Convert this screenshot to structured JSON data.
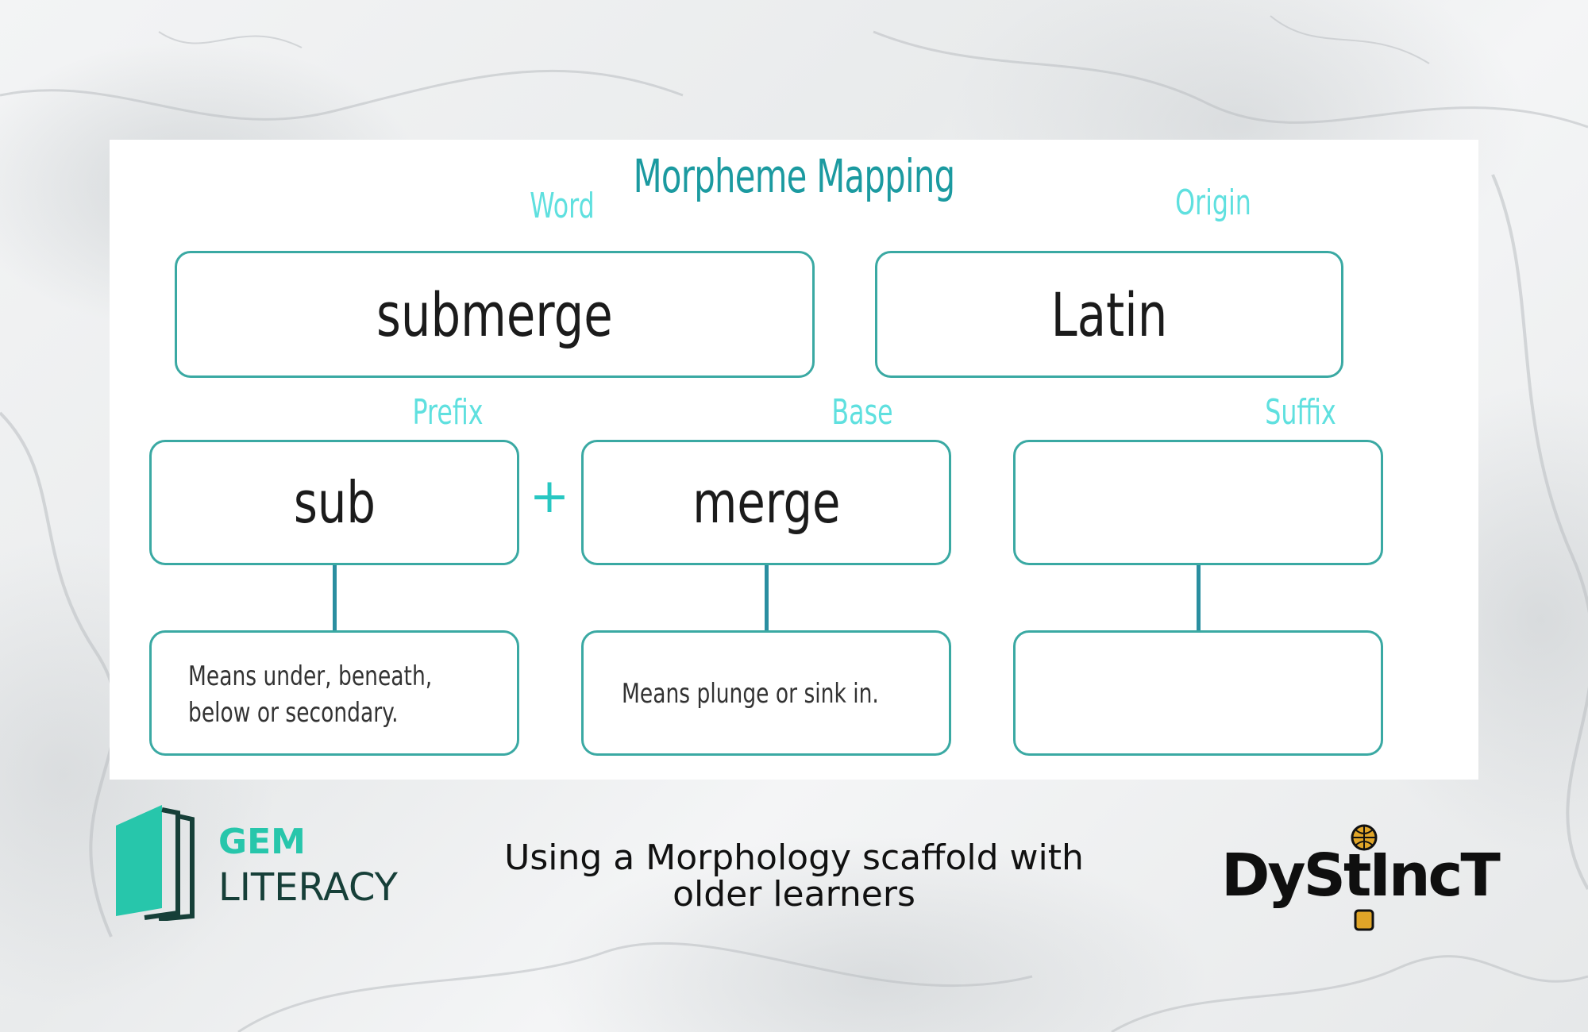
{
  "diagram": {
    "title": "Morpheme Mapping",
    "labels": {
      "word": "Word",
      "origin": "Origin",
      "prefix": "Prefix",
      "base": "Base",
      "suffix": "Suffix"
    },
    "word_value": "submerge",
    "origin_value": "Latin",
    "prefix_value": "sub",
    "plus": "+",
    "base_value": "merge",
    "suffix_value": "",
    "prefix_meaning_line1": "Means under, beneath,",
    "prefix_meaning_line2": "below or secondary.",
    "base_meaning": "Means plunge or sink in.",
    "suffix_meaning": ""
  },
  "footer": {
    "brand_left_line1": "GEM",
    "brand_left_line2": "LITERACY",
    "caption_line1": "Using a Morphology scaffold with",
    "caption_line2": "older learners",
    "brand_right": "DyStIncT"
  },
  "colors": {
    "title_teal": "#1b9aa0",
    "label_cyan": "#5fe0df",
    "box_border": "#3aa9a3",
    "plus": "#28c7c2",
    "gem_green": "#27c6ab",
    "gem_dark": "#163f38"
  }
}
